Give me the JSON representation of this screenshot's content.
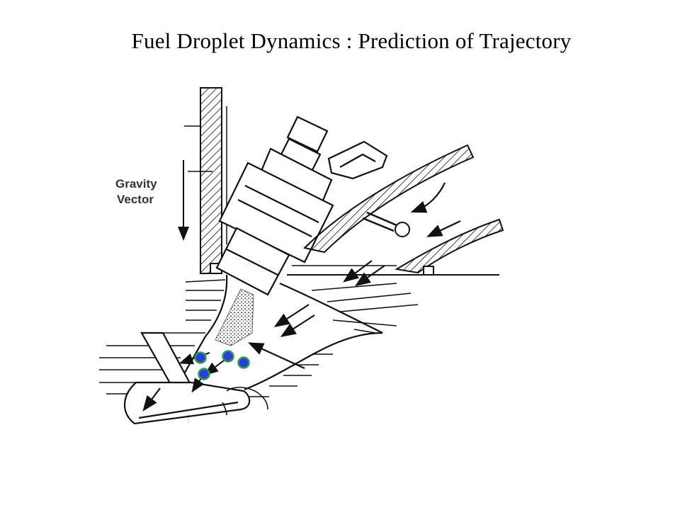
{
  "title": "Fuel Droplet Dynamics : Prediction of Trajectory",
  "diagram": {
    "gravity_label_line1": "Gravity",
    "gravity_label_line2": "Vector",
    "droplet_fill": "#2b3fd6",
    "droplet_stroke": "#2a9a55",
    "line_color": "#111111"
  }
}
